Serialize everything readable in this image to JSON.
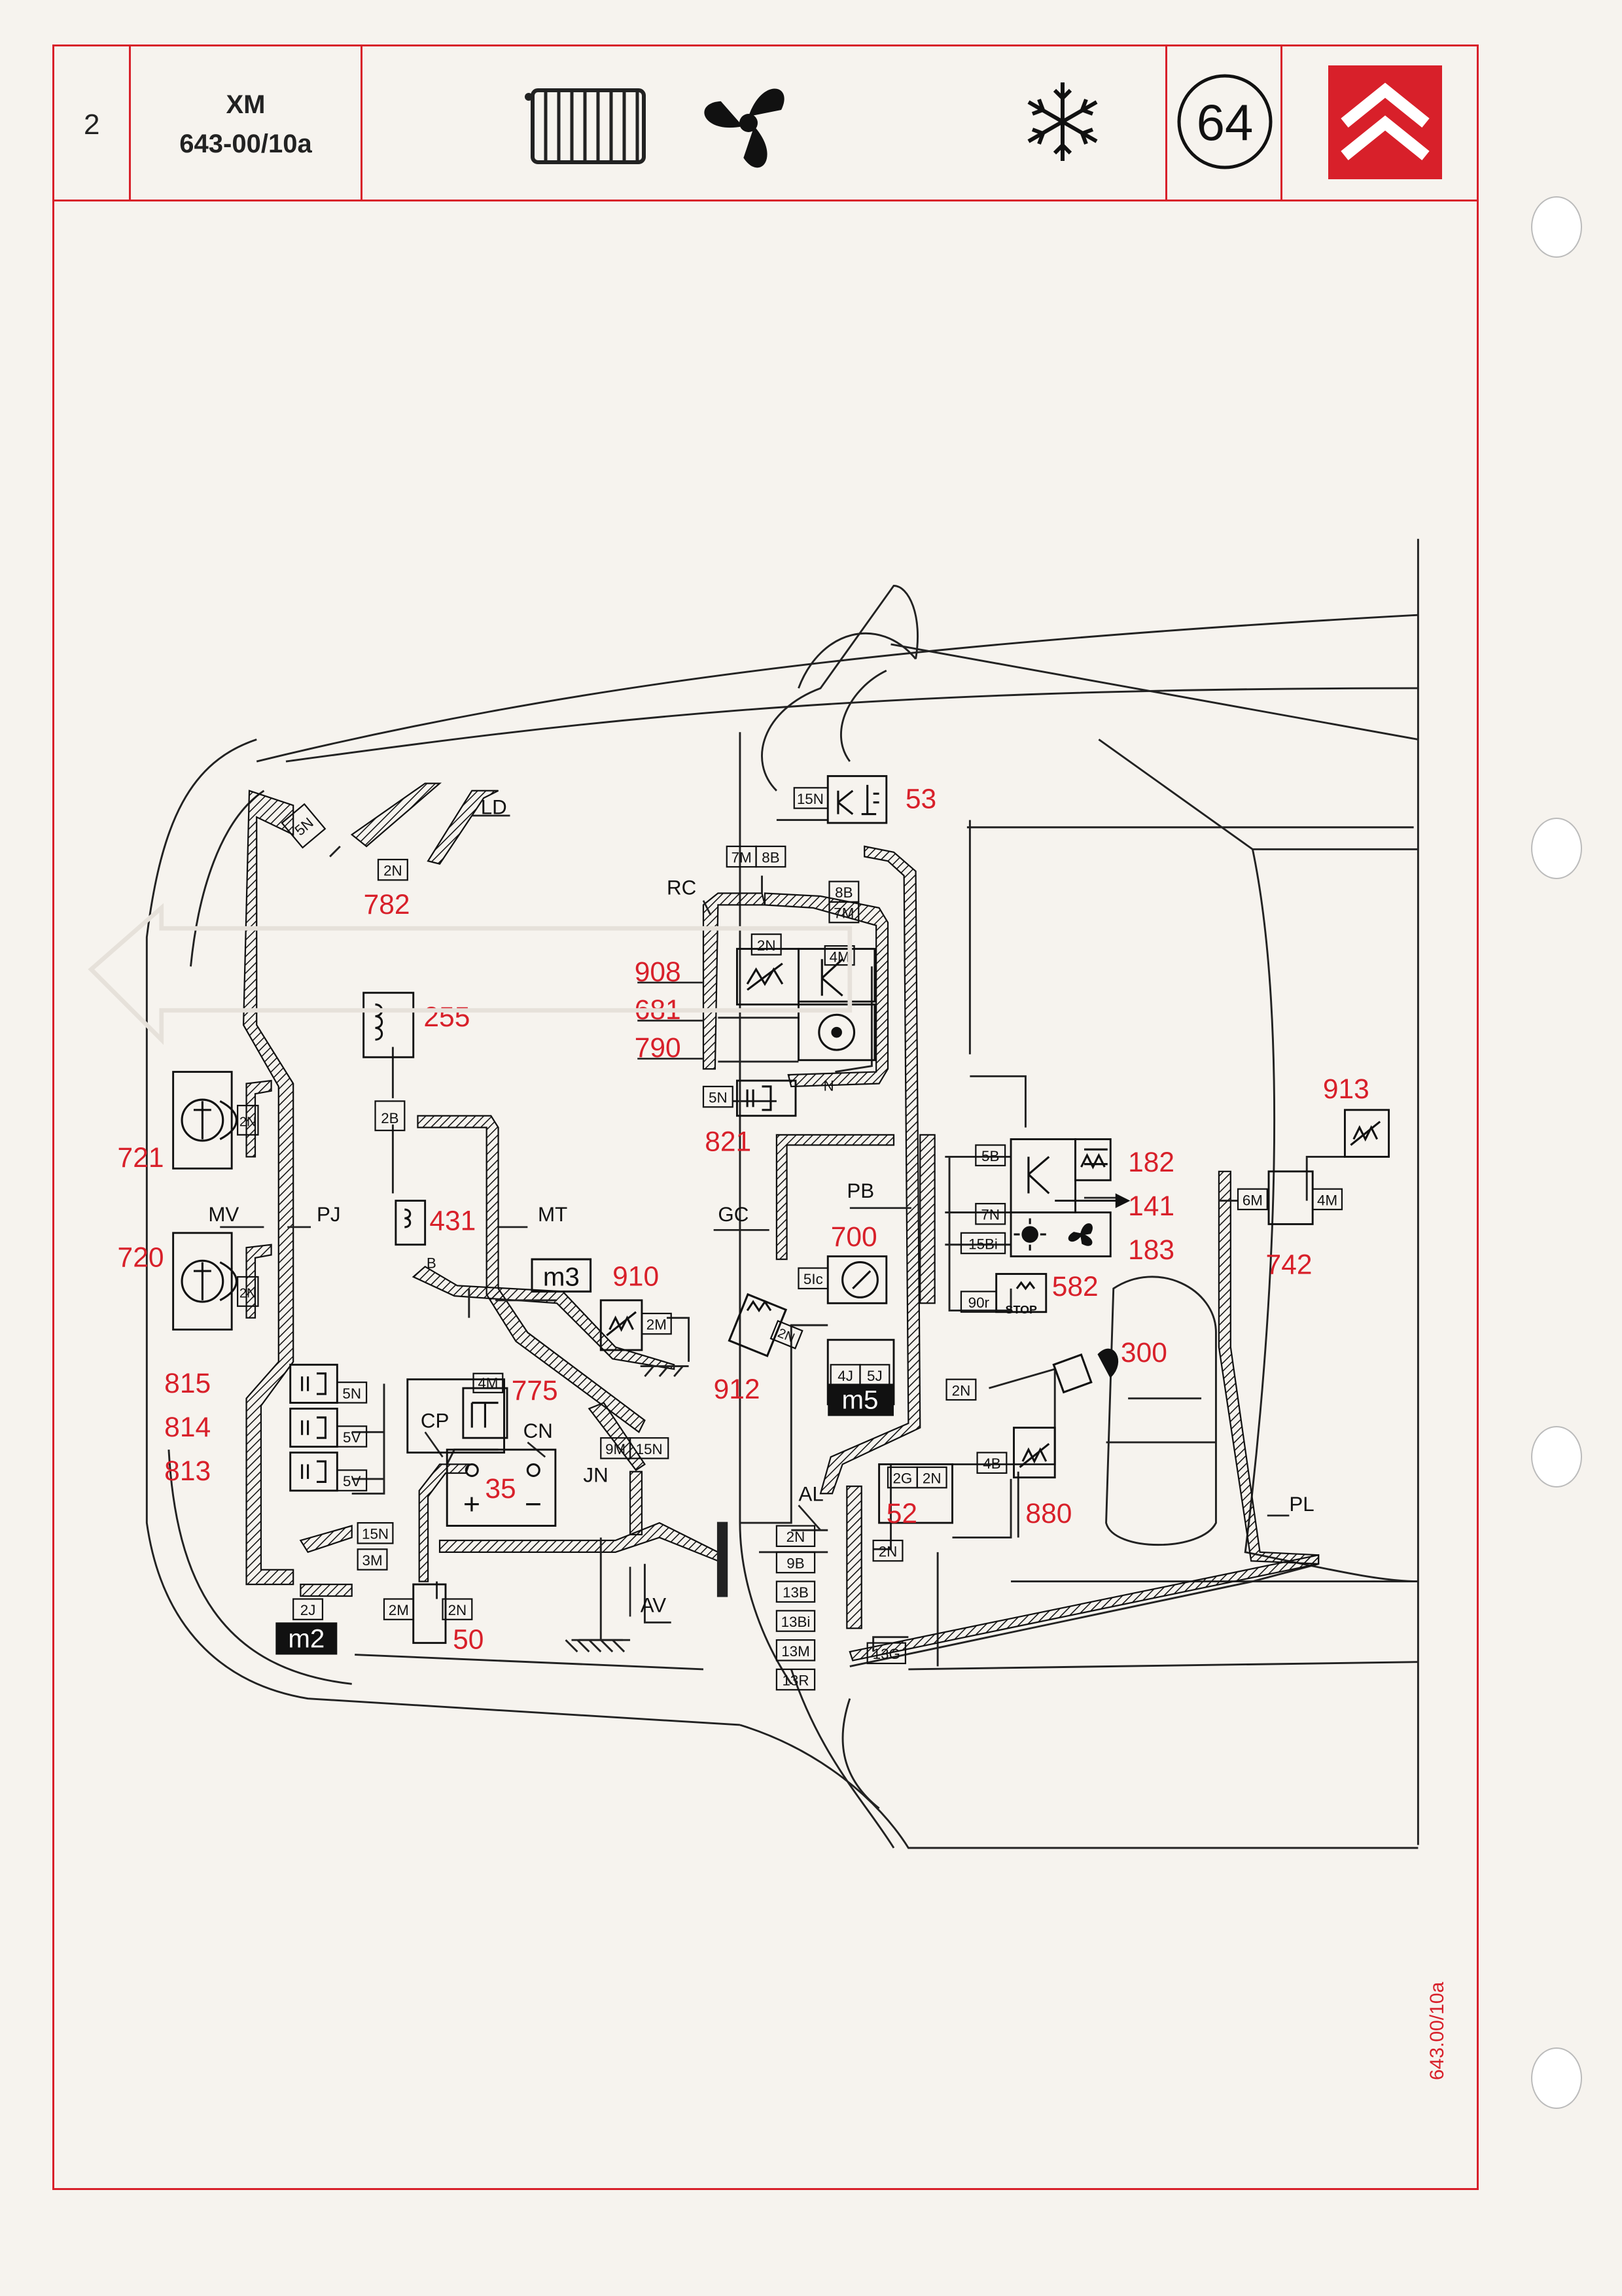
{
  "header": {
    "page_number": "2",
    "model": "XM",
    "doc_code": "643-00/10a",
    "section_number": "64",
    "side_ref": "643.00/10a"
  },
  "component_labels": {
    "c53": "53",
    "c782": "782",
    "c255": "255",
    "c908": "908",
    "c681": "681",
    "c790": "790",
    "c821": "821",
    "c721": "721",
    "c720": "720",
    "c431": "431",
    "c910": "910",
    "c700": "700",
    "c182": "182",
    "c141": "141",
    "c183": "183",
    "c913": "913",
    "c742": "742",
    "c582": "582",
    "c912": "912",
    "c300": "300",
    "c815": "815",
    "c814": "814",
    "c813": "813",
    "c775": "775",
    "c35": "35",
    "c52": "52",
    "c880": "880",
    "c50": "50"
  },
  "harness_labels": {
    "ld": "LD",
    "rc": "RC",
    "mv": "MV",
    "pj": "PJ",
    "mt": "MT",
    "gc": "GC",
    "pb": "PB",
    "cp": "CP",
    "cn": "CN",
    "jn": "JN",
    "al": "AL",
    "av": "AV",
    "pl": "PL",
    "b": "B",
    "n": "N"
  },
  "connectors": {
    "k15n_top": "15N",
    "k7m": "7M",
    "k8b": "8B",
    "k8b2": "8B",
    "k7m2": "7M",
    "k2n_908": "2N",
    "k4m_k": "4M",
    "k5n_821": "5N",
    "k5n_left": "5N",
    "k2n_782": "2N",
    "k2n_721": "2N",
    "k2n_720": "2N",
    "k2b": "2B",
    "k2m_910": "2M",
    "k5ic": "5Ic",
    "k5b": "5B",
    "k7n": "7N",
    "k15bi": "15Bi",
    "k90r": "90r",
    "k6m": "6M",
    "k4m_742": "4M",
    "k2n_300": "2N",
    "k4j": "4J",
    "k5j": "5J",
    "k5n_815": "5N",
    "k5v_814": "5V",
    "k5v_813": "5V",
    "k4m_775": "4M",
    "k9m": "9M",
    "k15n_jn": "15N",
    "k2g": "2G",
    "k2n_52": "2N",
    "k2n_52b": "2N",
    "k4b": "4B",
    "k2n_al": "2N",
    "k9b": "9B",
    "k13b": "13B",
    "k13bi": "13Bi",
    "k13m": "13M",
    "k13r": "13R",
    "k13g": "13G",
    "k15n_50": "15N",
    "k3m": "3M",
    "k2m_50": "2M",
    "k2n_50": "2N",
    "k2j": "2J",
    "k2n_912": "2N"
  },
  "ground_points": {
    "m2": "m2",
    "m3": "m3",
    "m5": "m5"
  },
  "stop_label": "STOP",
  "battery_signs": {
    "plus": "+",
    "minus": "−"
  },
  "colors": {
    "frame_red": "#d8202a",
    "label_red": "#d8202a",
    "ink": "#1a1a1a",
    "paper": "#f6f3ee"
  },
  "icons": [
    "radiator-icon",
    "fan-icon",
    "snowflake-icon",
    "citroen-logo"
  ]
}
